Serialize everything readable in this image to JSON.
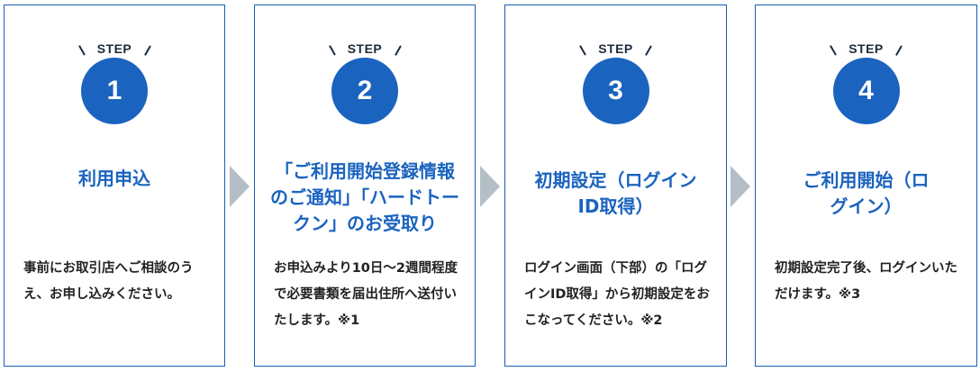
{
  "step_label": "STEP",
  "colors": {
    "accent": "#1a63bf",
    "border": "#1a5fb4",
    "arrow": "#b3bec6",
    "text": "#222222"
  },
  "steps": [
    {
      "number": "1",
      "title": "利用申込",
      "description": "事前にお取引店へご相談のうえ、お申し込みください。"
    },
    {
      "number": "2",
      "title": "「ご利用開始登録情報のご通知」「ハードトークン」のお受取り",
      "description": "お申込みより10日～2週間程度で必要書類を届出住所へ送付いたします。※1"
    },
    {
      "number": "3",
      "title": "初期設定（ログインID取得）",
      "description": "ログイン画面（下部）の「ログインID取得」から初期設定をおこなってください。※2"
    },
    {
      "number": "4",
      "title": "ご利用開始（ログイン）",
      "description": "初期設定完了後、ログインいただけます。※3"
    }
  ],
  "arrow_icon": "triangle-right"
}
